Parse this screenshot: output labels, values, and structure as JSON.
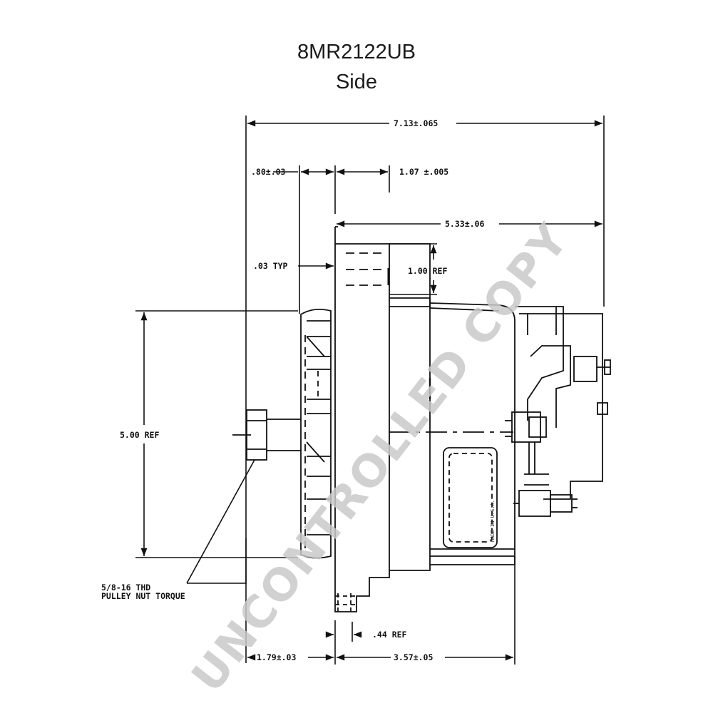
{
  "title": {
    "part_number": "8MR2122UB",
    "view": "Side"
  },
  "dimensions": {
    "overall_length": "7.13±.065",
    "pulley_width": ".80±.03",
    "front_housing": "1.07 ±.005",
    "mount_to_rear": "5.33±.06",
    "lip_typ": ".03 TYP",
    "ear_height": "1.00 REF",
    "pulley_diameter": "5.00 REF",
    "nut_spec_line1": "5/8-16 THD",
    "nut_spec_line2": "PULLEY NUT TORQUE",
    "foot_offset": ".44 REF",
    "nut_to_mount": "1.79±.03",
    "mount_to_rear_bottom": "3.57±.05"
  },
  "label_plate": "MADE IN U.S.A.",
  "watermark": "UNCONTROLLED COPY"
}
